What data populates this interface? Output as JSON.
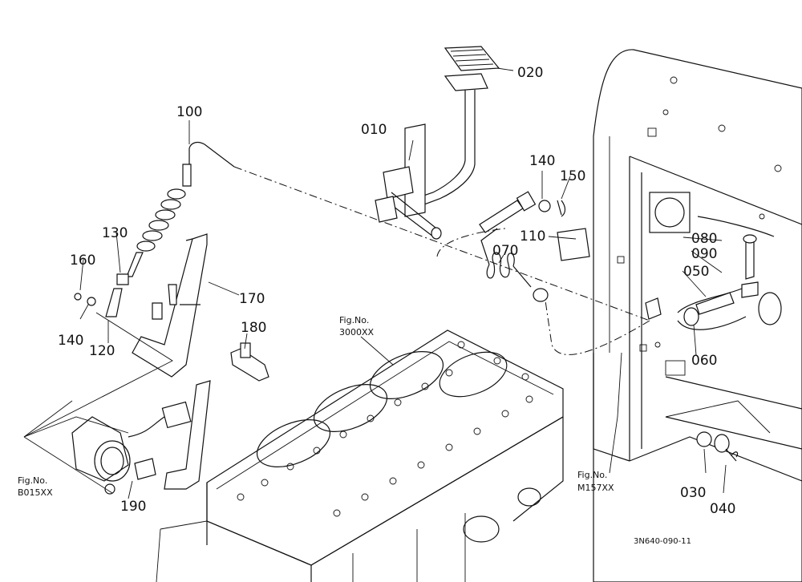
{
  "parts": [
    {
      "id": "p010",
      "label": "010"
    },
    {
      "id": "p020",
      "label": "020"
    },
    {
      "id": "p030",
      "label": "030"
    },
    {
      "id": "p040",
      "label": "040"
    },
    {
      "id": "p050",
      "label": "050"
    },
    {
      "id": "p060",
      "label": "060"
    },
    {
      "id": "p070",
      "label": "070"
    },
    {
      "id": "p080",
      "label": "080"
    },
    {
      "id": "p090",
      "label": "090"
    },
    {
      "id": "p100",
      "label": "100"
    },
    {
      "id": "p110",
      "label": "110"
    },
    {
      "id": "p120",
      "label": "120"
    },
    {
      "id": "p130",
      "label": "130"
    },
    {
      "id": "p140a",
      "label": "140"
    },
    {
      "id": "p140b",
      "label": "140"
    },
    {
      "id": "p150",
      "label": "150"
    },
    {
      "id": "p160",
      "label": "160"
    },
    {
      "id": "p170",
      "label": "170"
    },
    {
      "id": "p180",
      "label": "180"
    },
    {
      "id": "p190",
      "label": "190"
    }
  ],
  "figure_refs": {
    "engine": {
      "title": "Fig.No.",
      "number": "3000XX"
    },
    "starter": {
      "title": "Fig.No.",
      "number": "B015XX"
    },
    "frame": {
      "title": "Fig.No.",
      "number": "M157XX"
    }
  },
  "drawing_code": "3N640-090-11"
}
